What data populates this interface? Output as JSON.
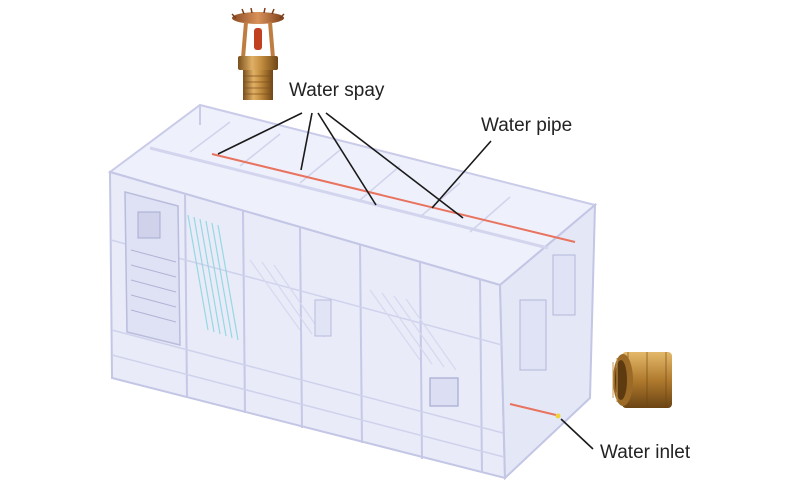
{
  "labels": {
    "water_spray": "Water spay",
    "water_pipe": "Water pipe",
    "water_inlet": "Water inlet"
  },
  "colors": {
    "container_frame": "#c9cbe8",
    "container_fill": "#eef0fb",
    "pipe": "#e8735f",
    "brass": "#b8863a",
    "leader_line": "#1a1a1a"
  },
  "icons": [
    "sprinkler-head-icon",
    "pipe-fitting-icon"
  ]
}
